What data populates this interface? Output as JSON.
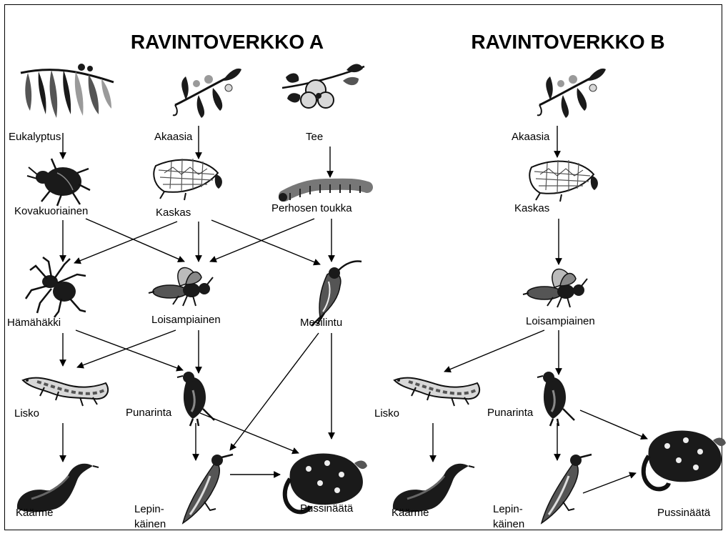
{
  "webs": [
    {
      "id": "A",
      "title": "RAVINTOVERKKO A",
      "nodes": {
        "eukalyptus": "Eukalyptus",
        "akaasia": "Akaasia",
        "tee": "Tee",
        "kovakuoriainen": "Kovakuoriainen",
        "kaskas": "Kaskas",
        "perhosen_toukka": "Perhosen toukka",
        "hamahakki": "Hämähäkki",
        "loisampiainen": "Loisampiainen",
        "mesilintu": "Mesilintu",
        "lisko": "Lisko",
        "punarinta": "Punarinta",
        "kaarme": "Käärme",
        "lepinkainen_1": "Lepin-",
        "lepinkainen_2": "käinen",
        "pussinaata": "Pussinäätä"
      },
      "edges": [
        [
          "Eukalyptus",
          "Kovakuoriainen"
        ],
        [
          "Akaasia",
          "Kaskas"
        ],
        [
          "Tee",
          "Perhosen toukka"
        ],
        [
          "Kovakuoriainen",
          "Hämähäkki"
        ],
        [
          "Kovakuoriainen",
          "Loisampiainen"
        ],
        [
          "Kaskas",
          "Hämähäkki"
        ],
        [
          "Kaskas",
          "Loisampiainen"
        ],
        [
          "Kaskas",
          "Mesilintu"
        ],
        [
          "Perhosen toukka",
          "Loisampiainen"
        ],
        [
          "Perhosen toukka",
          "Mesilintu"
        ],
        [
          "Hämähäkki",
          "Lisko"
        ],
        [
          "Hämähäkki",
          "Punarinta"
        ],
        [
          "Loisampiainen",
          "Lisko"
        ],
        [
          "Loisampiainen",
          "Punarinta"
        ],
        [
          "Mesilintu",
          "Lepinkäinen"
        ],
        [
          "Mesilintu",
          "Pussinäätä"
        ],
        [
          "Lisko",
          "Käärme"
        ],
        [
          "Punarinta",
          "Lepinkäinen"
        ],
        [
          "Punarinta",
          "Pussinäätä"
        ],
        [
          "Lepinkäinen",
          "Pussinäätä"
        ]
      ]
    },
    {
      "id": "B",
      "title": "RAVINTOVERKKO B",
      "nodes": {
        "akaasia": "Akaasia",
        "kaskas": "Kaskas",
        "loisampiainen": "Loisampiainen",
        "lisko": "Lisko",
        "punarinta": "Punarinta",
        "kaarme": "Käärme",
        "lepinkainen_1": "Lepin-",
        "lepinkainen_2": "käinen",
        "pussinaata": "Pussinäätä"
      },
      "edges": [
        [
          "Akaasia",
          "Kaskas"
        ],
        [
          "Kaskas",
          "Loisampiainen"
        ],
        [
          "Loisampiainen",
          "Lisko"
        ],
        [
          "Loisampiainen",
          "Punarinta"
        ],
        [
          "Lisko",
          "Käärme"
        ],
        [
          "Punarinta",
          "Lepinkäinen"
        ],
        [
          "Punarinta",
          "Pussinäätä"
        ],
        [
          "Lepinkäinen",
          "Pussinäätä"
        ]
      ]
    }
  ],
  "icons": {
    "eukalyptus": "eucalyptus-branch-icon",
    "akaasia": "acacia-branch-icon",
    "tee": "tea-flower-icon",
    "kovakuoriainen": "beetle-icon",
    "kaskas": "cicada-icon",
    "perhosen_toukka": "caterpillar-icon",
    "hamahakki": "spider-icon",
    "loisampiainen": "parasitic-wasp-icon",
    "mesilintu": "honeyeater-icon",
    "lisko": "lizard-icon",
    "punarinta": "robin-icon",
    "kaarme": "snake-icon",
    "lepinkainen": "shrike-icon",
    "pussinaata": "quoll-icon"
  }
}
